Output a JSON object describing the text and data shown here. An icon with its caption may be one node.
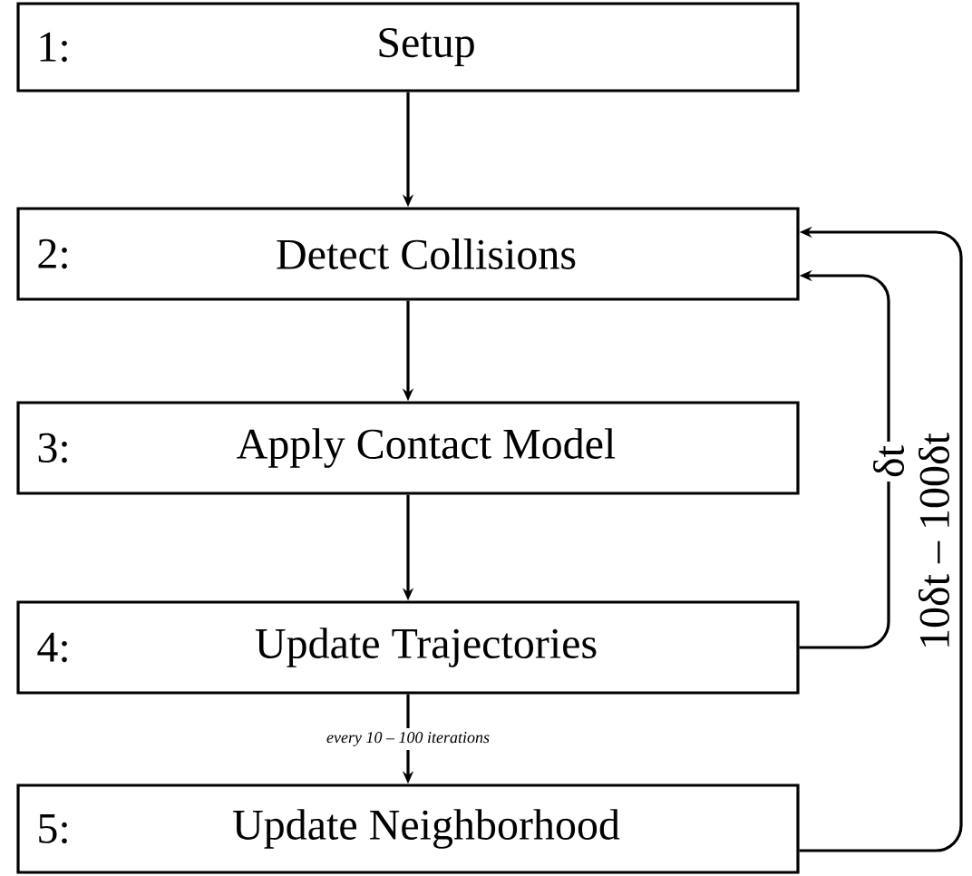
{
  "diagram": {
    "nodes": [
      {
        "text": [
          "1:",
          "Setup"
        ]
      },
      {
        "text": [
          "2:",
          "Detect Collisions"
        ]
      },
      {
        "text": [
          "3:",
          "Apply Contact Model"
        ]
      },
      {
        "text": [
          "4:",
          "Update Trajectories"
        ]
      },
      {
        "text": [
          "5:",
          "Update Neighborhood"
        ]
      }
    ],
    "edges": [
      {
        "from": 0,
        "to": 1,
        "arrow": "to"
      },
      {
        "from": 1,
        "to": 2,
        "arrow": "to"
      },
      {
        "from": 2,
        "to": 3,
        "arrow": "to"
      },
      {
        "from": 3,
        "to": 4,
        "arrow": "to",
        "label": "every 10 – 100 iterations"
      },
      {
        "from": 3,
        "to": 1,
        "arrow": "to",
        "label": "δt"
      },
      {
        "from": 4,
        "to": 1,
        "arrow": "to",
        "label": "10δt – 100δt"
      }
    ]
  }
}
